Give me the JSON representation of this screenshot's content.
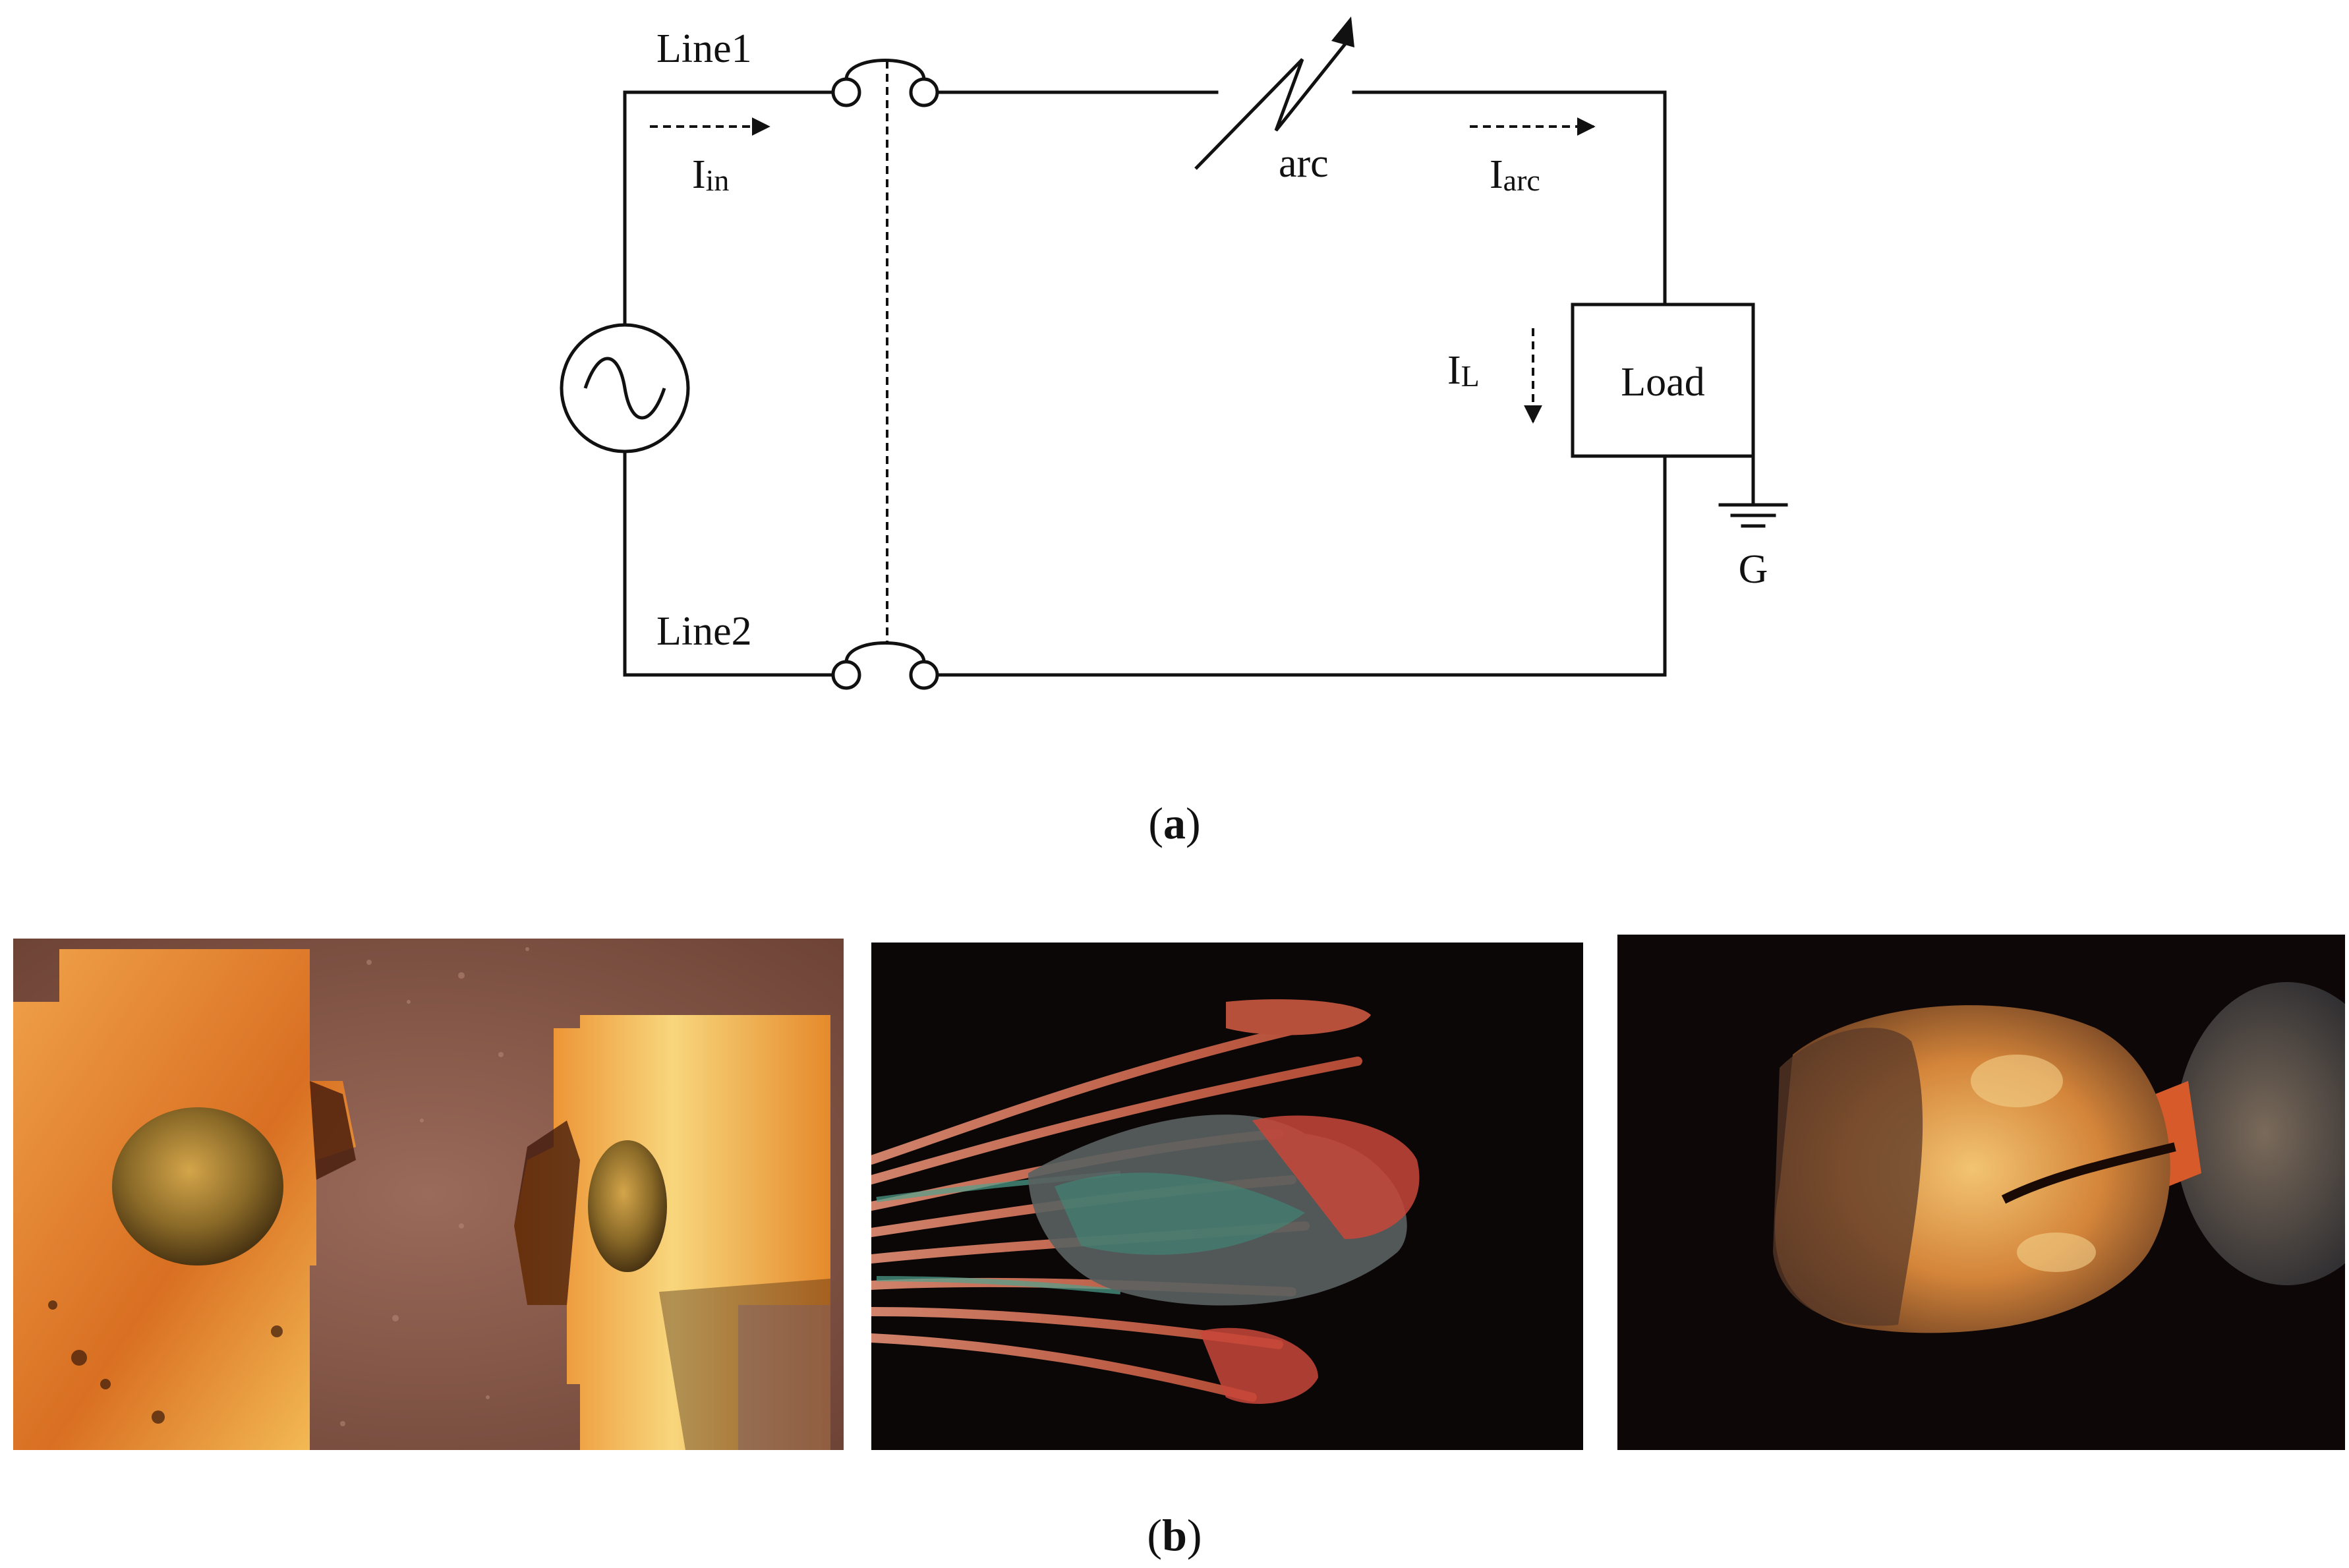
{
  "circuit": {
    "line1_label": "Line1",
    "line2_label": "Line2",
    "arc_label": "arc",
    "current_in": {
      "main": "I",
      "sub": "in"
    },
    "current_arc": {
      "main": "I",
      "sub": "arc"
    },
    "current_load": {
      "main": "I",
      "sub": "L"
    },
    "load_label": "Load",
    "ground_label": "G"
  },
  "captions": {
    "a": {
      "open": "(",
      "letter": "a",
      "close": ")"
    },
    "b": {
      "open": "(",
      "letter": "b",
      "close": ")"
    }
  },
  "photos": [
    {
      "subject": "welded-copper-contacts",
      "colors": {
        "bg": "#8a5a4a",
        "metal": "#d9772a",
        "hi": "#f6c46a",
        "dark": "#3a1e12"
      }
    },
    {
      "subject": "melted-stranded-wire",
      "colors": {
        "bg": "#0c0707",
        "metal": "#c8553d",
        "hi": "#e89a7a",
        "dark": "#3c4a44"
      }
    },
    {
      "subject": "melted-wire-bead",
      "colors": {
        "bg": "#0d0707",
        "metal": "#cf8a3a",
        "hi": "#f0c87a",
        "dark": "#4a3324"
      }
    }
  ]
}
